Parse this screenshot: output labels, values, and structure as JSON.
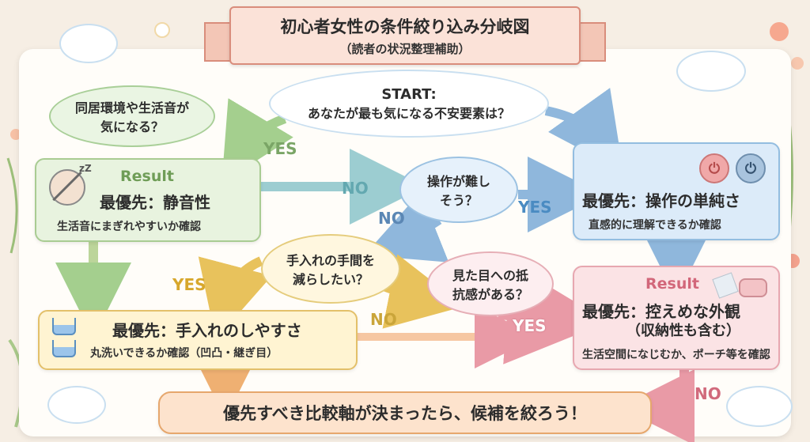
{
  "title": {
    "main": "初心者女性の条件絞り込み分岐図",
    "sub": "（読者の状況整理補助）"
  },
  "start": {
    "label": "START:",
    "question": "あなたが最も気になる不安要素は？"
  },
  "q_noise": "同居環境や生活音が気になる？",
  "q_operation": "操作が難しそう？",
  "q_care": "手入れの手間を減らしたい？",
  "q_looks": "見た目への抵抗感がある？",
  "result_quiet": {
    "tag": "Result",
    "headline": "最優先：静音性",
    "detail": "生活音にまぎれやすいか確認",
    "icon_text": "zZ"
  },
  "result_operation": {
    "headline": "最優先：操作の単純さ",
    "detail": "直感的に理解できるか確認"
  },
  "result_looks": {
    "tag": "Result",
    "headline": "最優先：控えめな外観",
    "headline2": "（収納性も含む）",
    "detail": "生活空間になじむか、ポーチ等を確認"
  },
  "result_care": {
    "headline": "最優先：手入れのしやすさ",
    "detail": "丸洗いできるか確認（凹凸・継ぎ目）"
  },
  "final": "優先すべき比較軸が決まったら、候補を絞ろう！",
  "labels": {
    "yes": "YES",
    "no": "NO"
  },
  "colors": {
    "green": "#a9cc93",
    "blue": "#93bde0",
    "pink": "#e7a7b0",
    "yellow": "#e3c06a",
    "orange": "#e6a76d"
  }
}
